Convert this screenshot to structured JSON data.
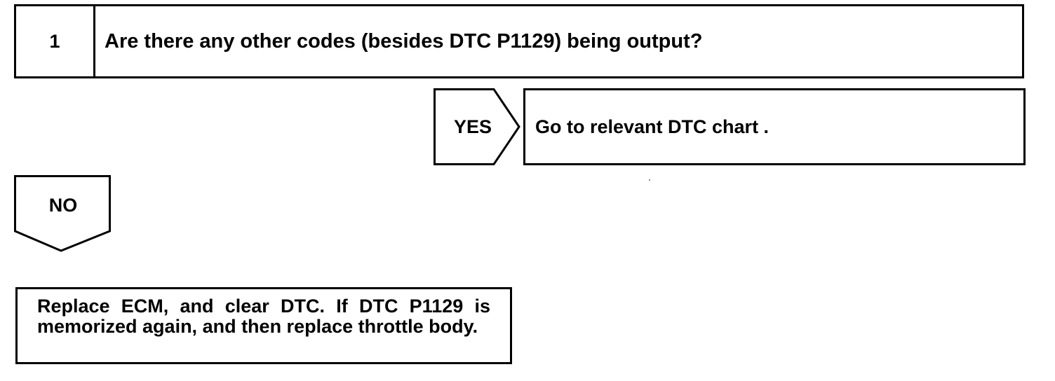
{
  "step": {
    "number": "1",
    "question": "Are there any other codes (besides DTC P1129) being output?"
  },
  "yes_branch": {
    "label": "YES",
    "result": "Go to relevant DTC chart ."
  },
  "no_branch": {
    "label": "NO"
  },
  "action": {
    "text": "Replace ECM, and clear DTC. If DTC P1129 is memorized again, and then replace throttle body."
  }
}
